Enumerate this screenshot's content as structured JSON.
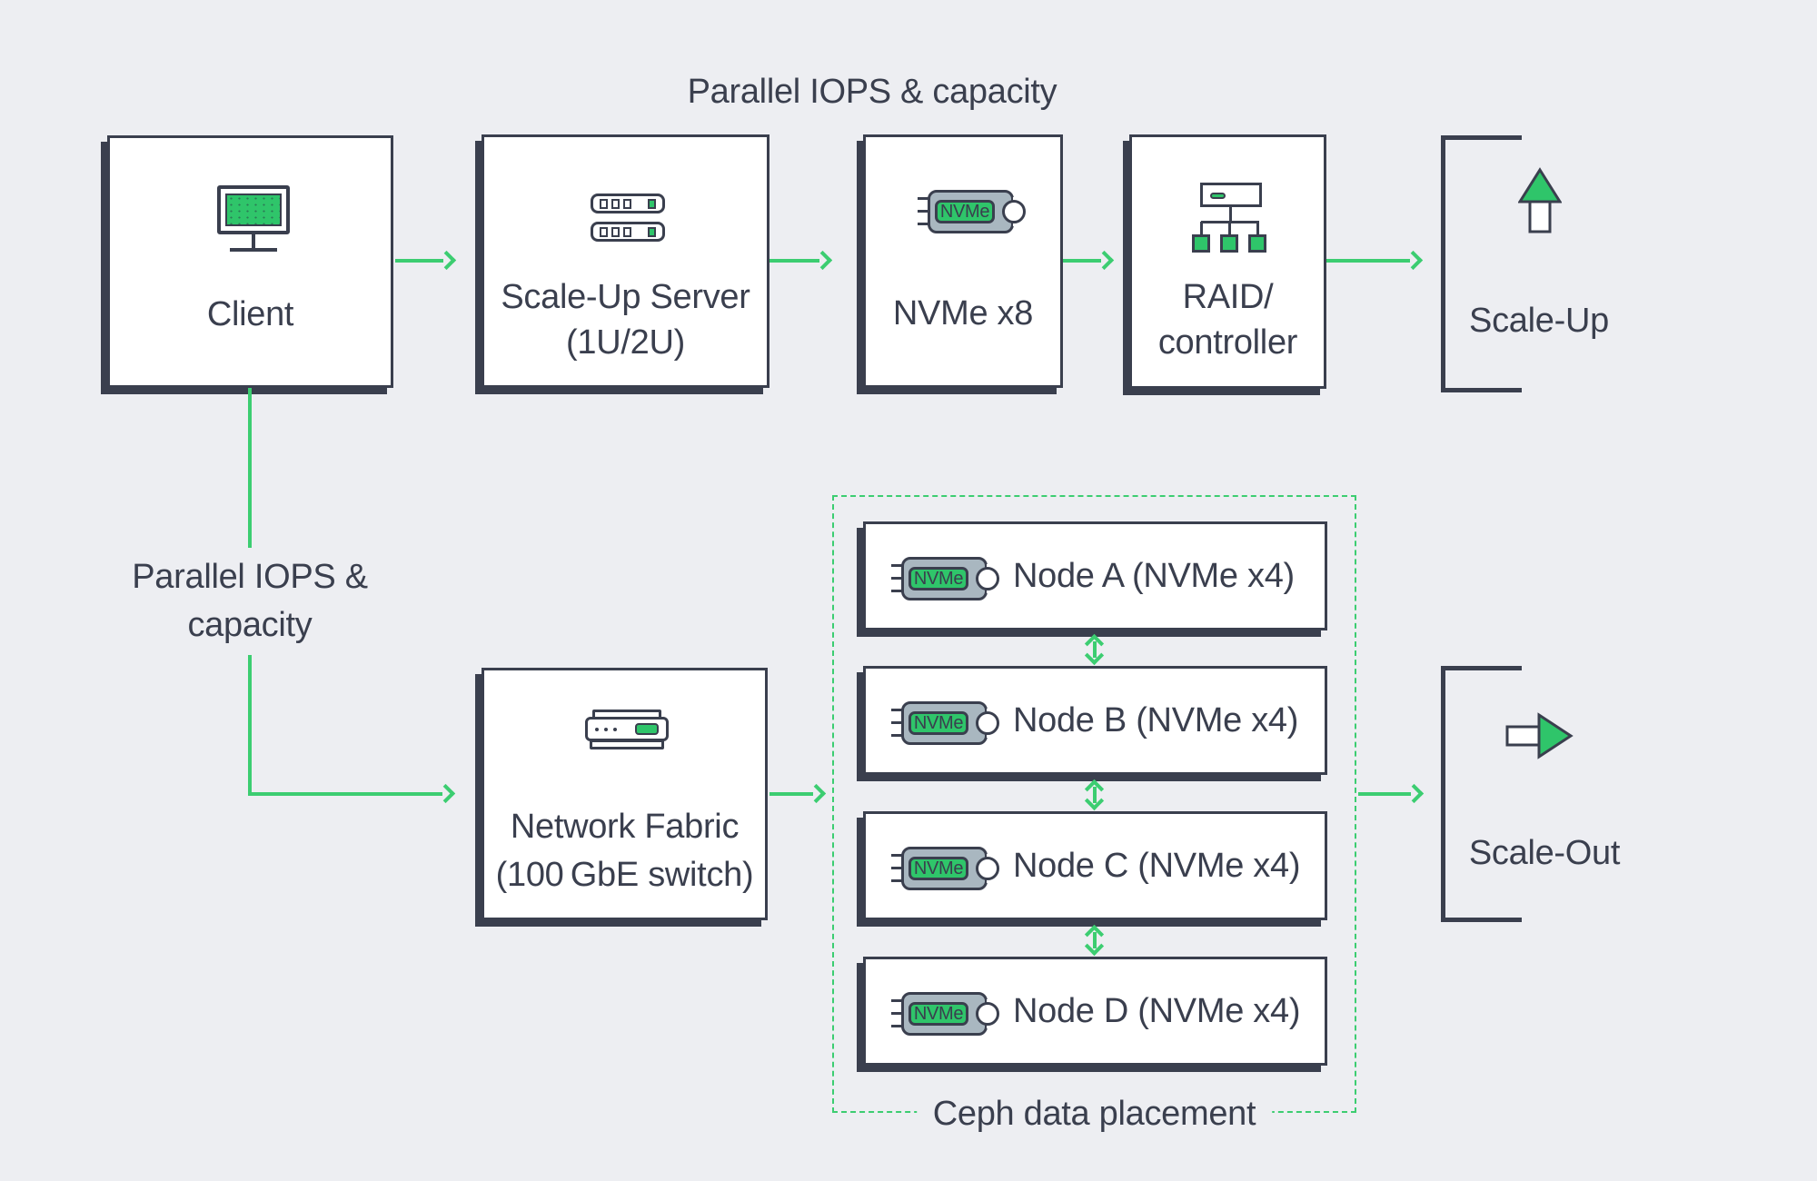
{
  "diagram_title_top": "Parallel IOPS & capacity",
  "branch_label": {
    "line1": "Parallel IOPS &",
    "line2": "capacity"
  },
  "colors": {
    "background": "#edeef2",
    "ink": "#3a3f4e",
    "green_line": "#3ccd71",
    "green_fill": "#2fc56a",
    "chip_grey": "#a9b7c0",
    "box_fill": "#ffffff"
  },
  "icons": {
    "client": "monitor-icon",
    "server": "rack-server-icon",
    "nvme": "nvme-drive-icon",
    "raid": "raid-controller-icon",
    "scale_up": "up-arrow-icon",
    "fabric": "network-switch-icon",
    "scale_out": "right-arrow-icon",
    "cluster_links": "double-headed-arrow-icon"
  },
  "scale_up_path": {
    "client": {
      "label": "Client"
    },
    "server": {
      "label_line1": "Scale-Up Server",
      "label_line2": "(1U/2U)"
    },
    "nvme": {
      "label": "NVMe x8",
      "chip_text": "NVMe"
    },
    "raid": {
      "label_line1": "RAID/",
      "label_line2": "controller"
    },
    "result_label": "Scale-Up"
  },
  "scale_out_path": {
    "fabric": {
      "label_line1": "Network Fabric",
      "label_line2": "(100 GbE switch)"
    },
    "cluster": {
      "caption": "Ceph data placement",
      "nodes": [
        {
          "label": "Node A (NVMe x4)",
          "chip_text": "NVMe"
        },
        {
          "label": "Node B (NVMe x4)",
          "chip_text": "NVMe"
        },
        {
          "label": "Node C (NVMe x4)",
          "chip_text": "NVMe"
        },
        {
          "label": "Node D (NVMe x4)",
          "chip_text": "NVMe"
        }
      ]
    },
    "result_label": "Scale-Out"
  }
}
